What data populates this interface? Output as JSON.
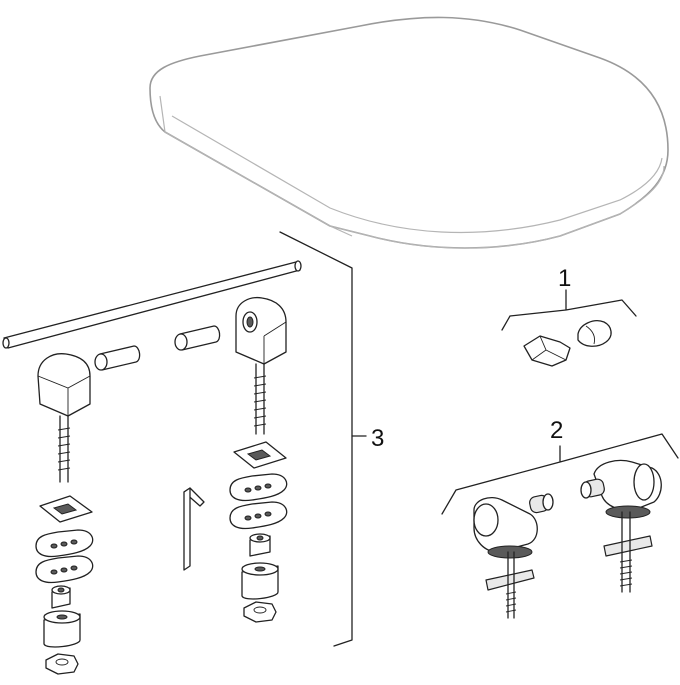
{
  "labels": {
    "group_1": "1",
    "group_2": "2",
    "group_3": "3"
  }
}
